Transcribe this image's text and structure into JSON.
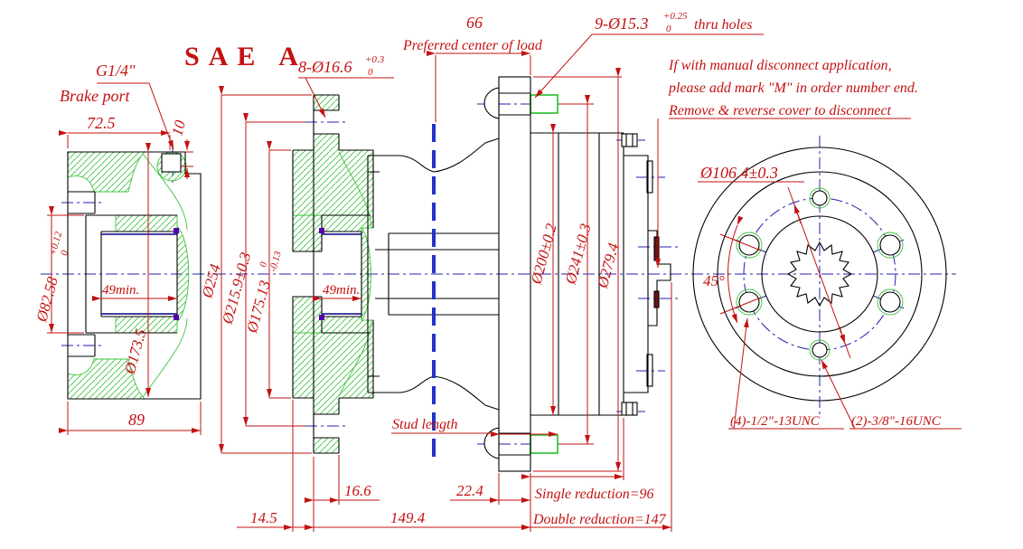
{
  "title": "SAE A",
  "annotations": {
    "brake_port_size": "G1/4\"",
    "brake_port_label": "Brake port",
    "preferred_center": "Preferred center of load",
    "stud_length": "Stud length",
    "single_reduction": "Single reduction=96",
    "double_reduction": "Double reduction=147",
    "notes": [
      "If with manual disconnect application,",
      "please add mark \"M\" in order number end.",
      "Remove & reverse cover to disconnect"
    ]
  },
  "dimensions": {
    "width_72_5": "72.5",
    "depth_10": "10",
    "width_89": "89",
    "load_center_66": "66",
    "offset_14_5": "14.5",
    "flange_16_6": "16.6",
    "flange_22_4": "22.4",
    "length_149_4": "149.4",
    "bore_min_49_left": "49min.",
    "bore_min_49_mid": "49min.",
    "bore_82_58": {
      "base": "Ø82.58",
      "tol_upper": "+0.12",
      "tol_lower": "0"
    },
    "holes_8": {
      "base": "8-Ø16.6",
      "tol_upper": "+0.3",
      "tol_lower": "0"
    },
    "holes_9": {
      "base": "9-Ø15.3",
      "tol_upper": "+0.25",
      "tol_lower": "0",
      "suffix": "thru holes"
    },
    "dia_173_5": "Ø173.5",
    "dia_254": "Ø254",
    "dia_215_9": "Ø215.9±0.3",
    "dia_175_13": {
      "base": "Ø175.13",
      "tol_upper": "0",
      "tol_lower": "-0.13"
    },
    "dia_200": "Ø200±0.2",
    "dia_241": "Ø241±0.3",
    "dia_279_4": "Ø279.4",
    "dia_106_4": "Ø106.4±0.3",
    "angle_45": "45°",
    "thread_4": "(4)-1/2\"-13UNC",
    "thread_2": "(2)-3/8\"-16UNC"
  },
  "colors": {
    "dimension_red": "#c41111",
    "outline_black": "#000000",
    "centerline_blue": "#2020b0",
    "hatch_green": "#3ec43e",
    "load_line_blue": "#2233cc",
    "spline_navy": "#000080",
    "port_maroon": "#6b1212"
  }
}
